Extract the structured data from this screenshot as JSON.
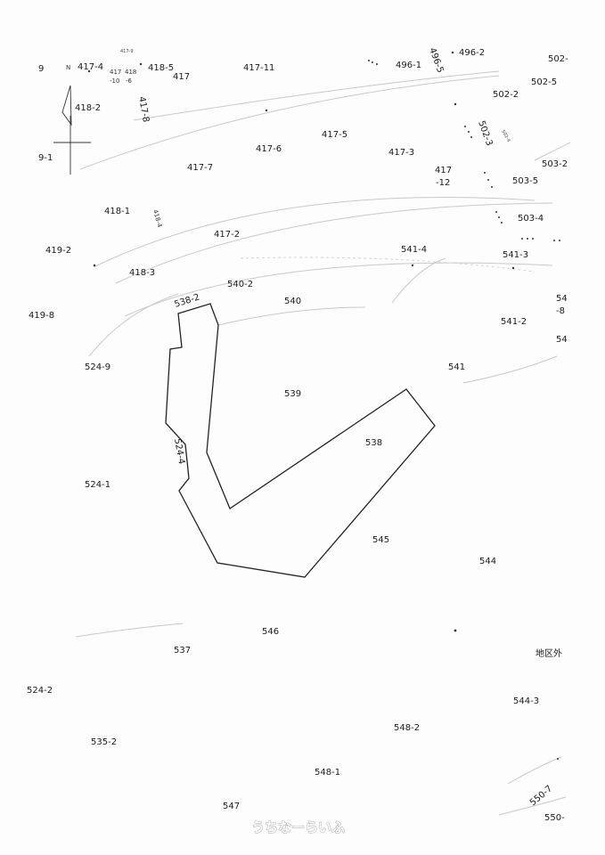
{
  "parcels": {
    "p9": "9",
    "pN": "N",
    "p417_4": "417-4",
    "p417_9": "417-9",
    "p417_10a": "417",
    "p417_10b": "-10",
    "p418_6a": "418",
    "p418_6b": "-6",
    "p418_5": "418-5",
    "p417": "417",
    "p417_11": "417-11",
    "p496_1": "496-1",
    "p496_5": "496-5",
    "p496_2": "496-2",
    "p502a": "502-",
    "p502_5": "502-5",
    "p502_2": "502-2",
    "p418_2": "418-2",
    "p417_8": "417-8",
    "p502_3": "502-3",
    "p502_4": "502-4",
    "p417_5": "417-5",
    "p417_6": "417-6",
    "p417_3": "417-3",
    "p9_1": "9-1",
    "p417_7": "417-7",
    "p417_12a": "417",
    "p417_12b": "-12",
    "p503_2": "503-2",
    "p503_5": "503-5",
    "p418_1": "418-1",
    "p418_4": "418-4",
    "p503_4": "503-4",
    "p417_2": "417-2",
    "p419_2": "419-2",
    "p541_4": "541-4",
    "p541_3": "541-3",
    "p418_3": "418-3",
    "p540_2": "540-2",
    "p538_2": "538-2",
    "p540": "540",
    "p54a": "54",
    "p54b": "-8",
    "p419_8": "419-8",
    "p541_2": "541-2",
    "p54c": "54",
    "p524_9": "524-9",
    "p541": "541",
    "p539": "539",
    "p538": "538",
    "p524_4": "524-4",
    "p524_1": "524-1",
    "p545": "545",
    "p544": "544",
    "p546": "546",
    "p537": "537",
    "p_outside": "地区外",
    "p524_2": "524-2",
    "p544_3": "544-3",
    "p548_2": "548-2",
    "p535_2": "535-2",
    "p548_1": "548-1",
    "p550_7": "550-7",
    "p547": "547",
    "p550": "550-"
  },
  "watermark": "うちなーらいふ",
  "colors": {
    "ink": "#1a1a1a",
    "faint": "#c9c9c9"
  }
}
